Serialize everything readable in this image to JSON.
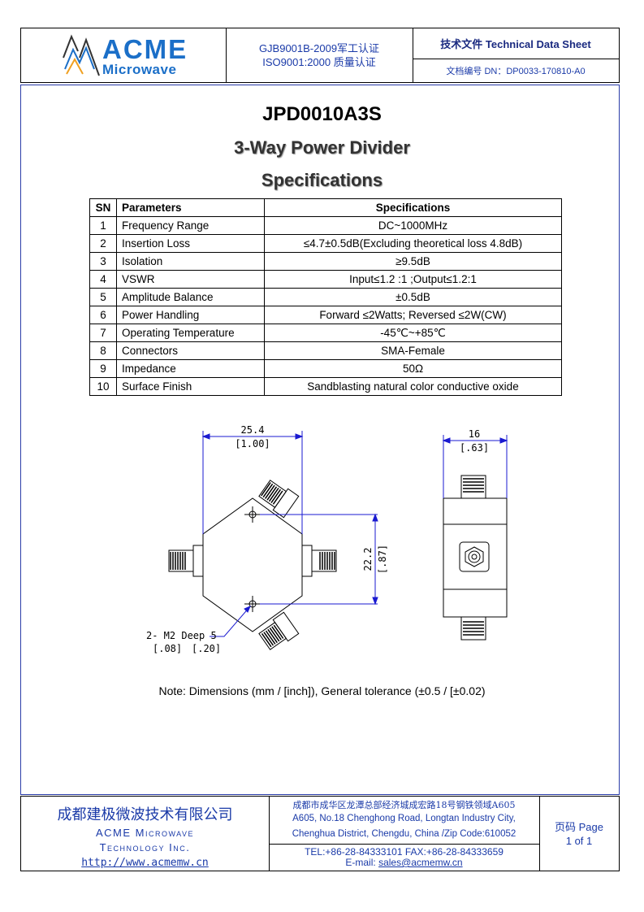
{
  "header": {
    "logo": {
      "word": "ACME",
      "sub": "Microwave"
    },
    "cert_line1": "GJB9001B-2009军工认证",
    "cert_line2": "ISO9001:2000  质量认证",
    "doc_type": "技术文件  Technical Data Sheet",
    "doc_number": "文档编号  DN：DP0033-170810-A0"
  },
  "title": {
    "model": "JPD0010A3S",
    "product": "3-Way Power Divider",
    "section": "Specifications"
  },
  "spec_table": {
    "headers": {
      "sn": "SN",
      "parameter": "Parameters",
      "spec": "Specifications"
    },
    "rows": [
      {
        "sn": "1",
        "parameter": "Frequency Range",
        "spec": "DC~1000MHz"
      },
      {
        "sn": "2",
        "parameter": "Insertion Loss",
        "spec": "≤4.7±0.5dB(Excluding theoretical loss 4.8dB)"
      },
      {
        "sn": "3",
        "parameter": "Isolation",
        "spec": "≥9.5dB"
      },
      {
        "sn": "4",
        "parameter": "VSWR",
        "spec": "Input≤1.2 :1 ;Output≤1.2:1"
      },
      {
        "sn": "5",
        "parameter": "Amplitude Balance",
        "spec": "±0.5dB"
      },
      {
        "sn": "6",
        "parameter": "Power Handling",
        "spec": "Forward ≤2Watts; Reversed ≤2W(CW)"
      },
      {
        "sn": "7",
        "parameter": "Operating Temperature",
        "spec": "-45℃~+85℃"
      },
      {
        "sn": "8",
        "parameter": "Connectors",
        "spec": "SMA-Female"
      },
      {
        "sn": "9",
        "parameter": "Impedance",
        "spec": "50Ω"
      },
      {
        "sn": "10",
        "parameter": "Surface Finish",
        "spec": "Sandblasting natural color conductive oxide"
      }
    ]
  },
  "drawing": {
    "width_mm": "25.4",
    "width_in": "[1.00]",
    "height_mm": "22.2",
    "height_in": "[.87]",
    "depth_mm": "16",
    "depth_in": "[.63]",
    "hole_label": "2- M2 Deep 5",
    "hole_in_1": "[.08]",
    "hole_in_2": "[.20]"
  },
  "note": "Note: Dimensions (mm / [inch]), General tolerance (±0.5 / [±0.02)",
  "footer": {
    "company_cn": "成都建极微波技术有限公司",
    "company_en_1": "ACME Microwave",
    "company_en_2": "Technology Inc.",
    "website": "http://www.acmemw.cn",
    "address_cn": "成都市成华区龙潭总部经济城成宏路18号钢铁领域A605",
    "address_en_1": "A605, No.18 Chenghong Road, Longtan Industry City,",
    "address_en_2": "Chenghua District, Chengdu, China /Zip Code:610052",
    "tel_fax": "TEL:+86-28-84333101    FAX:+86-28-84333659",
    "email_label": "E-mail:",
    "email": "sales@acmemw.cn",
    "page_label": "页码  Page",
    "page_value": "1 of 1"
  },
  "colors": {
    "brand_blue": "#1b6fc8",
    "text_blue": "#1a3aa8",
    "dim_blue": "#1a1ad0"
  }
}
